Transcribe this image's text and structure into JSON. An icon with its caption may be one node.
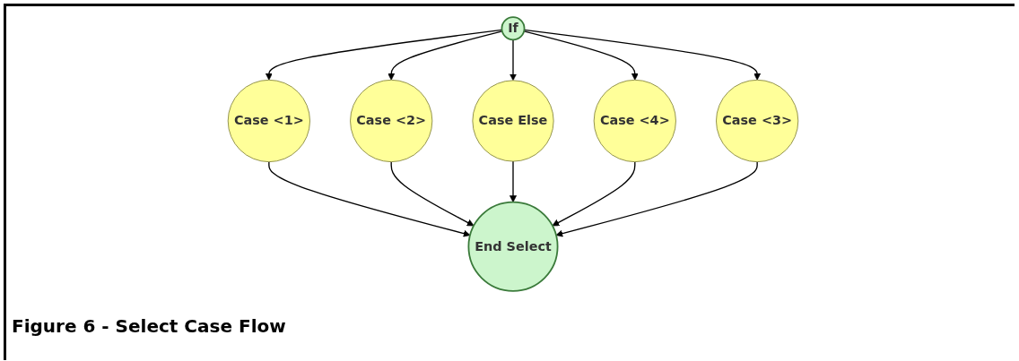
{
  "diagram": {
    "caption": "Figure 6 - Select Case Flow",
    "nodes": [
      {
        "text": [
          "If"
        ]
      },
      {
        "text": [
          "Case <1>"
        ]
      },
      {
        "text": [
          "Case <2>"
        ]
      },
      {
        "text": [
          "Case Else"
        ]
      },
      {
        "text": [
          "Case <4>"
        ]
      },
      {
        "text": [
          "Case <3>"
        ]
      },
      {
        "text": [
          "End Select"
        ]
      }
    ],
    "edges": [
      {
        "from": 0,
        "to": 1,
        "arrow": "to"
      },
      {
        "from": 0,
        "to": 2,
        "arrow": "to"
      },
      {
        "from": 0,
        "to": 3,
        "arrow": "to"
      },
      {
        "from": 0,
        "to": 4,
        "arrow": "to"
      },
      {
        "from": 0,
        "to": 5,
        "arrow": "to"
      },
      {
        "from": 1,
        "to": 6,
        "arrow": "to"
      },
      {
        "from": 2,
        "to": 6,
        "arrow": "to"
      },
      {
        "from": 3,
        "to": 6,
        "arrow": "to"
      },
      {
        "from": 4,
        "to": 6,
        "arrow": "to"
      },
      {
        "from": 5,
        "to": 6,
        "arrow": "to"
      }
    ]
  }
}
